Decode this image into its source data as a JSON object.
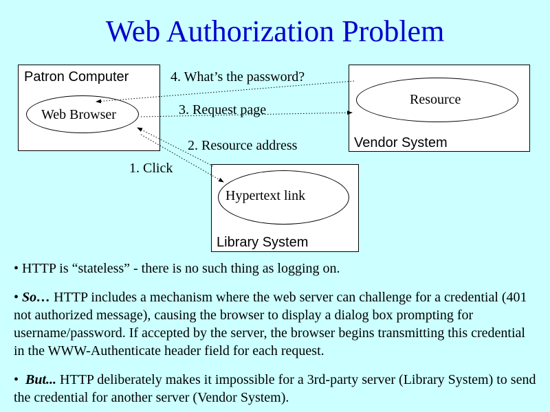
{
  "title": "Web Authorization Problem",
  "diagram": {
    "patron_box_label": "Patron Computer",
    "web_browser_label": "Web Browser",
    "vendor_box_label": "Vendor System",
    "resource_label": "Resource",
    "library_box_label": "Library System",
    "hypertext_label": "Hypertext link",
    "step1": "1. Click",
    "step2": "2. Resource address",
    "step3": "3. Request page",
    "step4": "4. What’s the password?"
  },
  "bullets": [
    {
      "marker": "•",
      "lead": "",
      "text": " HTTP is “stateless” - there is no such thing as logging on."
    },
    {
      "marker": "•",
      "lead": "So…",
      "text": " HTTP includes a mechanism where the web server can challenge for a credential (401 not authorized message), causing the browser to display a dialog box prompting for username/password.  If accepted by the server, the browser begins transmitting this credential in the WWW-Authenticate header field for each request."
    },
    {
      "marker": "•",
      "lead": "But...",
      "text": " HTTP deliberately makes it impossible for a 3rd-party server (Library System) to send the credential for another server (Vendor System)."
    }
  ],
  "colors": {
    "background": "#ccffff",
    "title": "#0000cc"
  }
}
